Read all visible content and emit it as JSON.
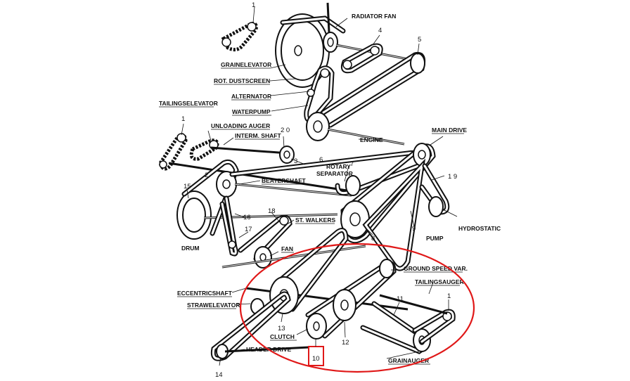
{
  "labels": {
    "radiator_fan": "RADIATOR FAN",
    "grain_elevator": "GRAINELEVATOR",
    "rot_dustscreen": "ROT. DUSTSCREEN",
    "alternator": "ALTERNATOR",
    "waterpump": "WATERPUMP",
    "tailing_elevator": "TAILINGSELEVATOR",
    "unloading_auger": "UNLOADING AUGER",
    "interm_shaft": "INTERM. SHAFT",
    "engine": "ENGINE",
    "main_drive": "MAIN DRIVE",
    "rotary": "ROTARY",
    "separator": "SEPARATOR",
    "beatershaft": "BEATERSHAFT",
    "st_walkers": "ST. WALKERS",
    "hydrostatic": "HYDROSTATIC",
    "pump": "PUMP",
    "drum": "DRUM",
    "fan": "FAN",
    "ground_speed_var": "GROUND SPEED VAR.",
    "tailingsauger": "TAILINGSAUGER",
    "eccentricshaft": "ECCENTRICSHAFT",
    "strawelevator": "STRAWELEVATOR",
    "clutch": "CLUTCH",
    "header_drive": "HEADER DRIVE",
    "grainauger": "GRAINAUGER"
  },
  "numbers": {
    "n1_top": "1",
    "n4": "4",
    "n5": "5",
    "n1_tailing": "1",
    "n2": "2",
    "n20": "2 0",
    "n3": "3",
    "n6": "6",
    "n7": "7",
    "n19": "1 9",
    "n15": "15",
    "n16": "16",
    "n17": "17",
    "n18": "18",
    "n8": "8",
    "n9": "9",
    "n11": "11",
    "n1_auger": "1",
    "n13": "13",
    "n12": "12",
    "n10": "10",
    "n14": "14"
  },
  "highlight": {
    "ellipse_color": "#e01818",
    "box_color": "#e01818",
    "box_label": "10"
  }
}
